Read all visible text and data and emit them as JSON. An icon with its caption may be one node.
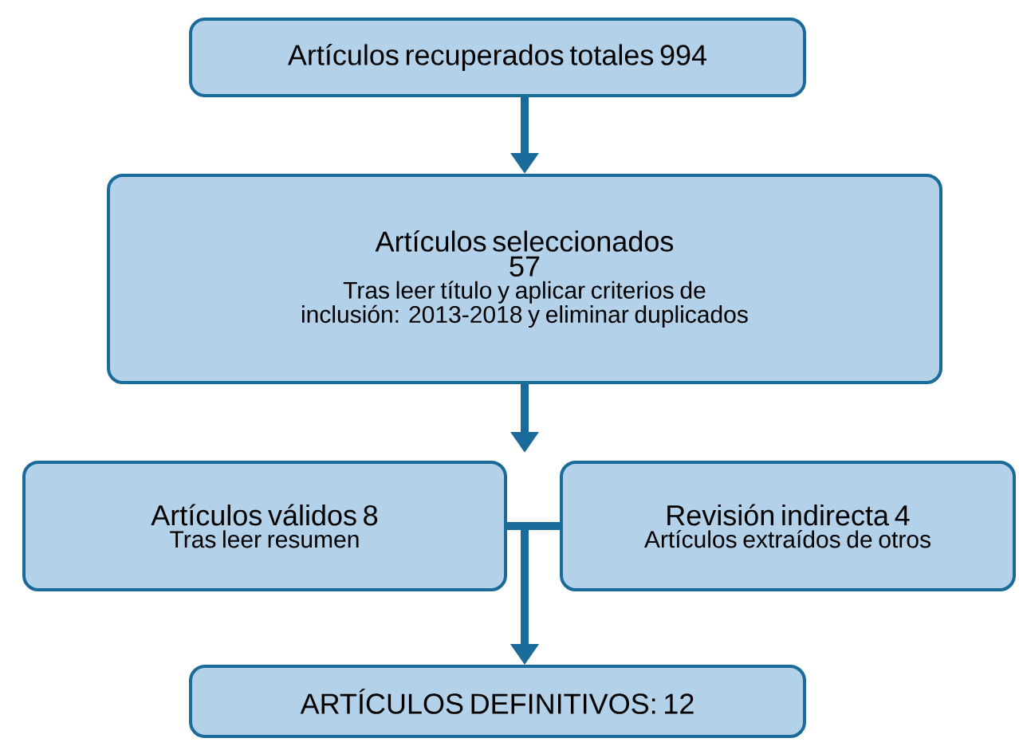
{
  "diagram": {
    "nodes": [
      {
        "text": [
          "Artículos recuperados totales 994"
        ]
      },
      {
        "text": [
          "Artículos seleccionados",
          "57",
          "Tras leer título y aplicar criterios de inclusión: 2013-2018 y eliminar duplicados"
        ]
      },
      {
        "text": [
          "Artículos válidos 8",
          "Tras leer resumen"
        ]
      },
      {
        "text": [
          "Revisión indirecta 4",
          "Artículos extraídos de otros"
        ]
      },
      {
        "text": [
          "ARTÍCULOS DEFINITIVOS: 12"
        ]
      }
    ],
    "edges": [
      {
        "from": 0,
        "to": 1,
        "arrow": "to"
      },
      {
        "from": 1,
        "to": 2,
        "arrow": "to"
      },
      {
        "from": 2,
        "to": 4,
        "arrow": "to"
      },
      {
        "from": 3,
        "to": 4,
        "arrow": "to"
      }
    ]
  }
}
